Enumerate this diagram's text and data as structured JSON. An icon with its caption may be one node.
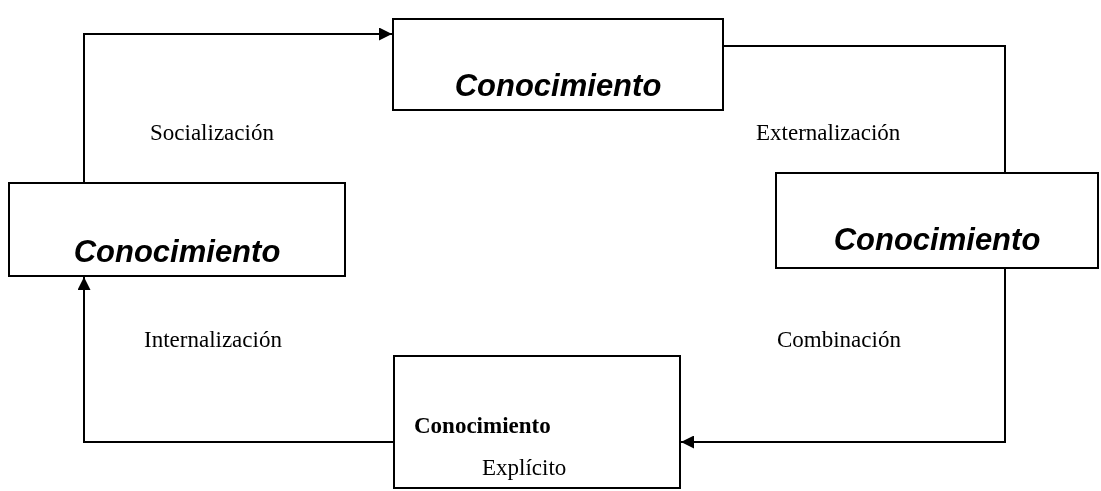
{
  "diagram": {
    "nodes": [
      {
        "text": [
          "Conocimiento"
        ]
      },
      {
        "text": [
          "Conocimiento"
        ]
      },
      {
        "text": [
          "Conocimiento"
        ]
      },
      {
        "text": [
          "Conocimiento",
          "Explícito"
        ]
      }
    ],
    "edges": [
      {
        "from": 2,
        "to": 0,
        "arrow": "to",
        "label": "Socialización"
      },
      {
        "from": 0,
        "to": 1,
        "arrow": "none",
        "label": "Externalización"
      },
      {
        "from": 1,
        "to": 3,
        "arrow": "to",
        "label": "Combinación"
      },
      {
        "from": 3,
        "to": 2,
        "arrow": "to",
        "label": "Internalización"
      }
    ]
  }
}
